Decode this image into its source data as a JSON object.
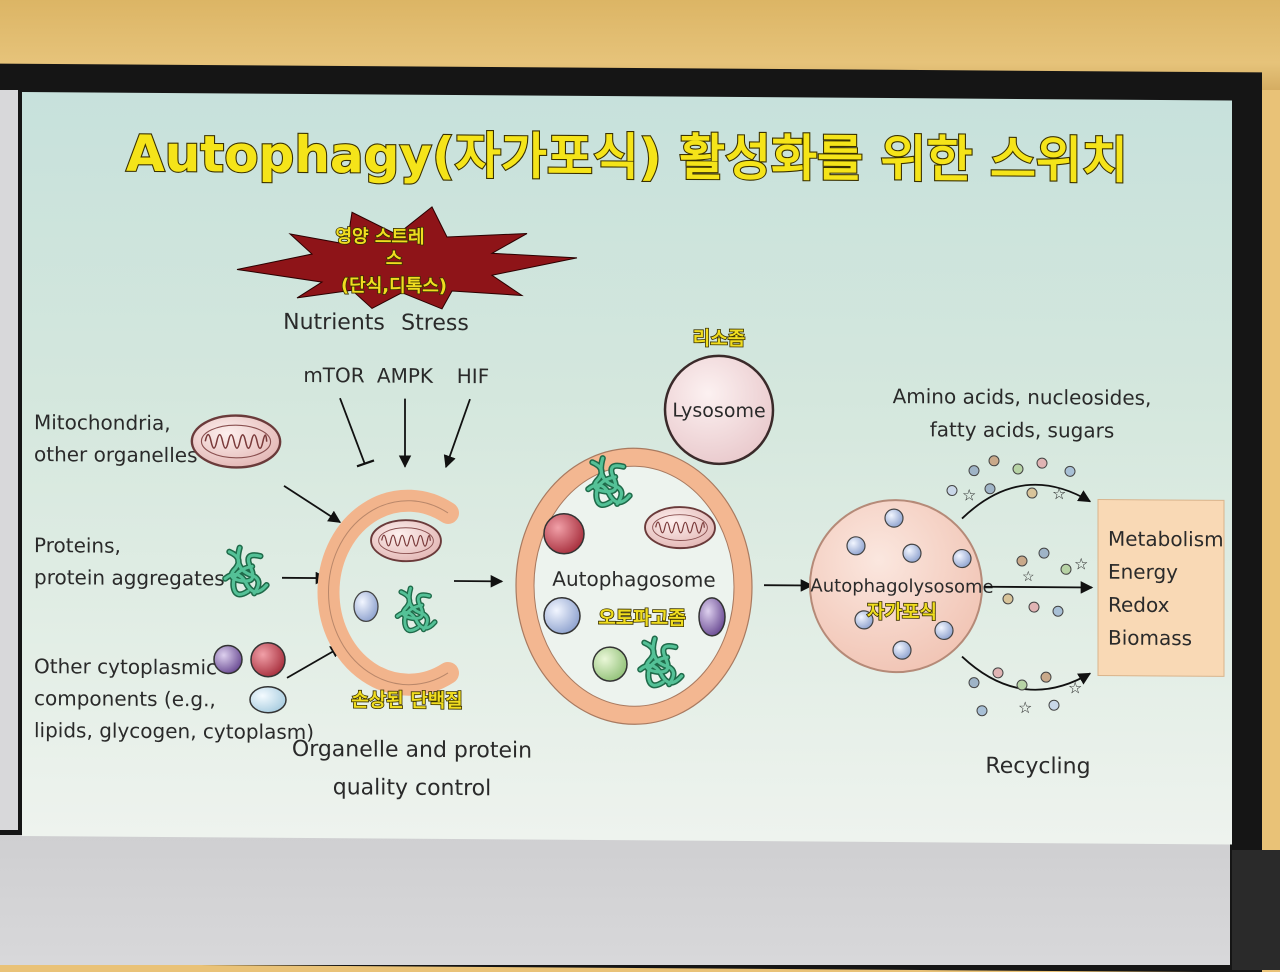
{
  "title": "Autophagy(자가포식) 활성화를 위한 스위치",
  "stress_burst": {
    "line1": "영양 스트레",
    "line2": "스",
    "line3": "(단식,디톡스)"
  },
  "labels": {
    "nutrients": "Nutrients",
    "stress": "Stress",
    "mtor": "mTOR",
    "ampk": "AMPK",
    "hif": "HIF",
    "lysosome_ko": "리소좀",
    "lysosome": "Lysosome",
    "mito_1": "Mitochondria,",
    "mito_2": "other organelles",
    "prot_1": "Proteins,",
    "prot_2": "protein aggregates",
    "other_1": "Other cytoplasmic",
    "other_2": "components (e.g.,",
    "other_3": "lipids, glycogen, cytoplasm)",
    "damaged_ko": "손상된 단백질",
    "qc_1": "Organelle and protein",
    "qc_2": "quality control",
    "autophagosome": "Autophagosome",
    "autophagosome_ko": "오토파고좀",
    "autophagolysosome": "Autophagolysosome",
    "autophagolysosome_ko": "자가포식",
    "amino_1": "Amino acids, nucleosides,",
    "amino_2": "fatty acids, sugars",
    "recycling": "Recycling"
  },
  "outputs": [
    "Metabolism",
    "Energy",
    "Redox",
    "Biomass"
  ],
  "colors": {
    "title_yellow": "#f5e419",
    "stress_red": "#8e1418",
    "membrane": "#f2b48c",
    "output_box": "#f9d9b5",
    "protein_green": "#3aa07a"
  }
}
